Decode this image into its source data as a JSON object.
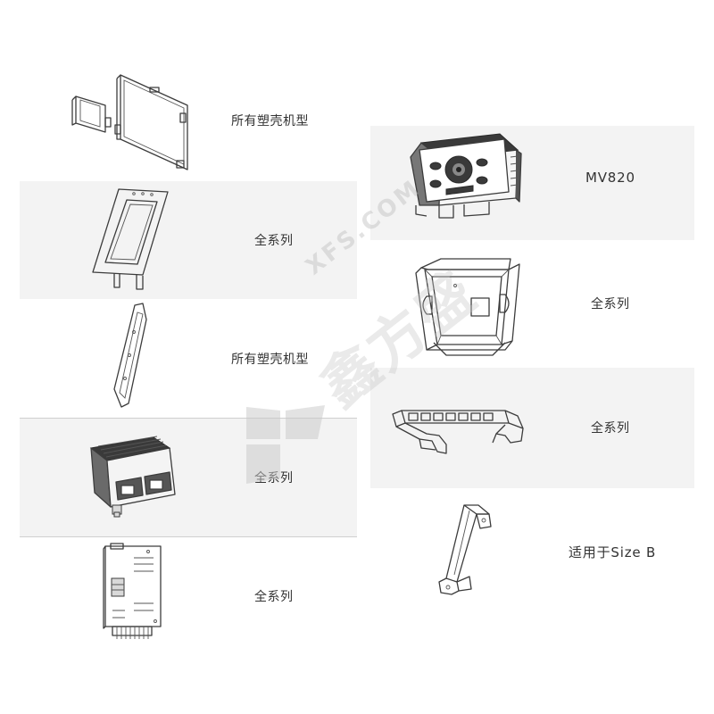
{
  "accessories": {
    "left": [
      {
        "label": "所有塑壳机型",
        "icon": "wall-mount-plates-icon"
      },
      {
        "label": "全系列",
        "icon": "mounting-bracket-frame-icon"
      },
      {
        "label": "所有塑壳机型",
        "icon": "slim-rail-plate-icon"
      },
      {
        "label": "全系列",
        "icon": "io-module-box-icon"
      },
      {
        "label": "全系列",
        "icon": "circuit-board-icon"
      }
    ],
    "right": [
      {
        "label": "MV820",
        "icon": "camera-housing-icon"
      },
      {
        "label": "全系列",
        "icon": "protective-frame-icon"
      },
      {
        "label": "全系列",
        "icon": "led-light-bar-bracket-icon"
      },
      {
        "label": "适用于Size B",
        "icon": "z-bracket-icon"
      }
    ]
  },
  "watermark": {
    "text": "XFS.COM",
    "cn": "鑫方盛",
    "logo_icon": "xfs-logo-icon"
  }
}
